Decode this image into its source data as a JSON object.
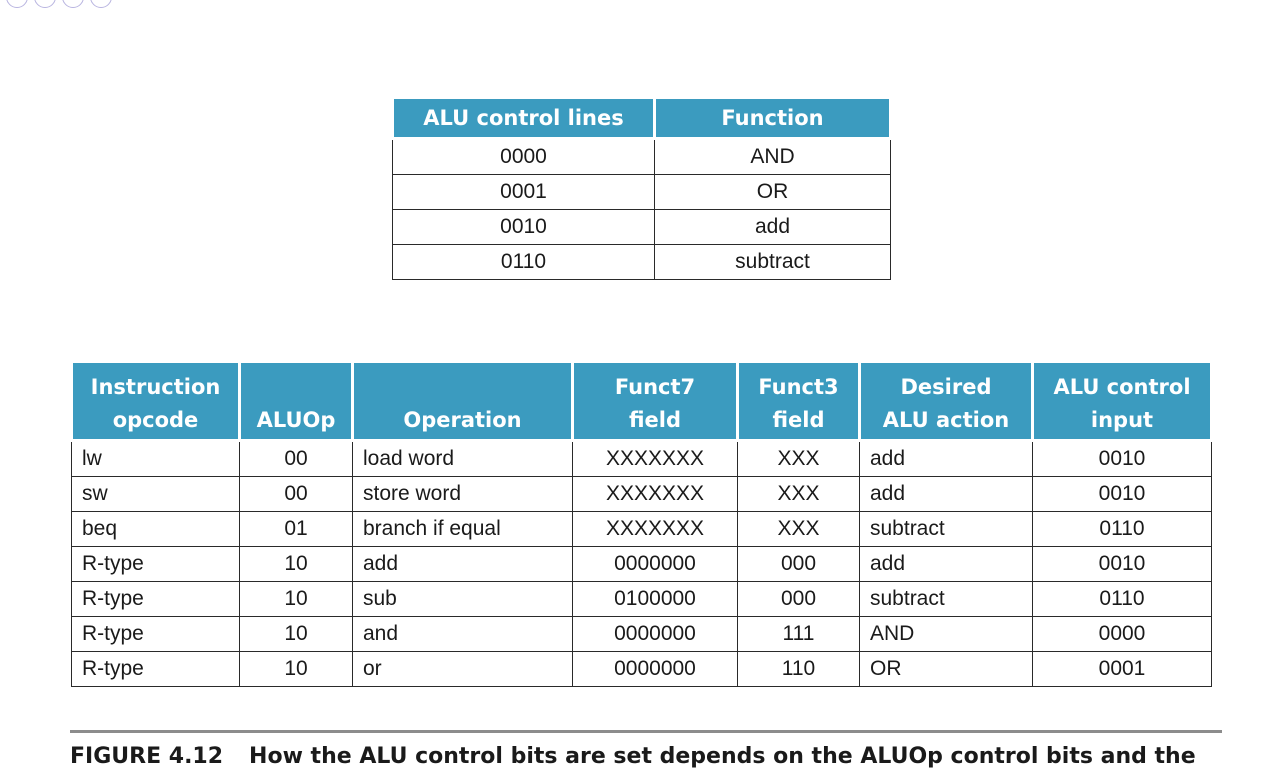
{
  "control_table": {
    "headers": [
      "ALU control lines",
      "Function"
    ],
    "rows": [
      [
        "0000",
        "AND"
      ],
      [
        "0001",
        "OR"
      ],
      [
        "0010",
        "add"
      ],
      [
        "0110",
        "subtract"
      ]
    ]
  },
  "alu_table": {
    "headers": [
      [
        "Instruction",
        "opcode"
      ],
      [
        "",
        "ALUOp"
      ],
      [
        "",
        "Operation"
      ],
      [
        "Funct7",
        "field"
      ],
      [
        "Funct3",
        "field"
      ],
      [
        "Desired",
        "ALU action"
      ],
      [
        "ALU control",
        "input"
      ]
    ],
    "rows": [
      [
        "lw",
        "00",
        "load word",
        "XXXXXXX",
        "XXX",
        "add",
        "0010"
      ],
      [
        "sw",
        "00",
        "store word",
        "XXXXXXX",
        "XXX",
        "add",
        "0010"
      ],
      [
        "beq",
        "01",
        "branch if equal",
        "XXXXXXX",
        "XXX",
        "subtract",
        "0110"
      ],
      [
        "R-type",
        "10",
        "add",
        "0000000",
        "000",
        "add",
        "0010"
      ],
      [
        "R-type",
        "10",
        "sub",
        "0100000",
        "000",
        "subtract",
        "0110"
      ],
      [
        "R-type",
        "10",
        "and",
        "0000000",
        "111",
        "AND",
        "0000"
      ],
      [
        "R-type",
        "10",
        "or",
        "0000000",
        "110",
        "OR",
        "0001"
      ]
    ]
  },
  "caption": {
    "label": "FIGURE 4.12",
    "text": "How the ALU control bits are set depends on the ALUOp control bits and the"
  },
  "colors": {
    "header_bg": "#3b9bbf",
    "header_text": "#ffffff",
    "rule": "#8c8c8c"
  }
}
